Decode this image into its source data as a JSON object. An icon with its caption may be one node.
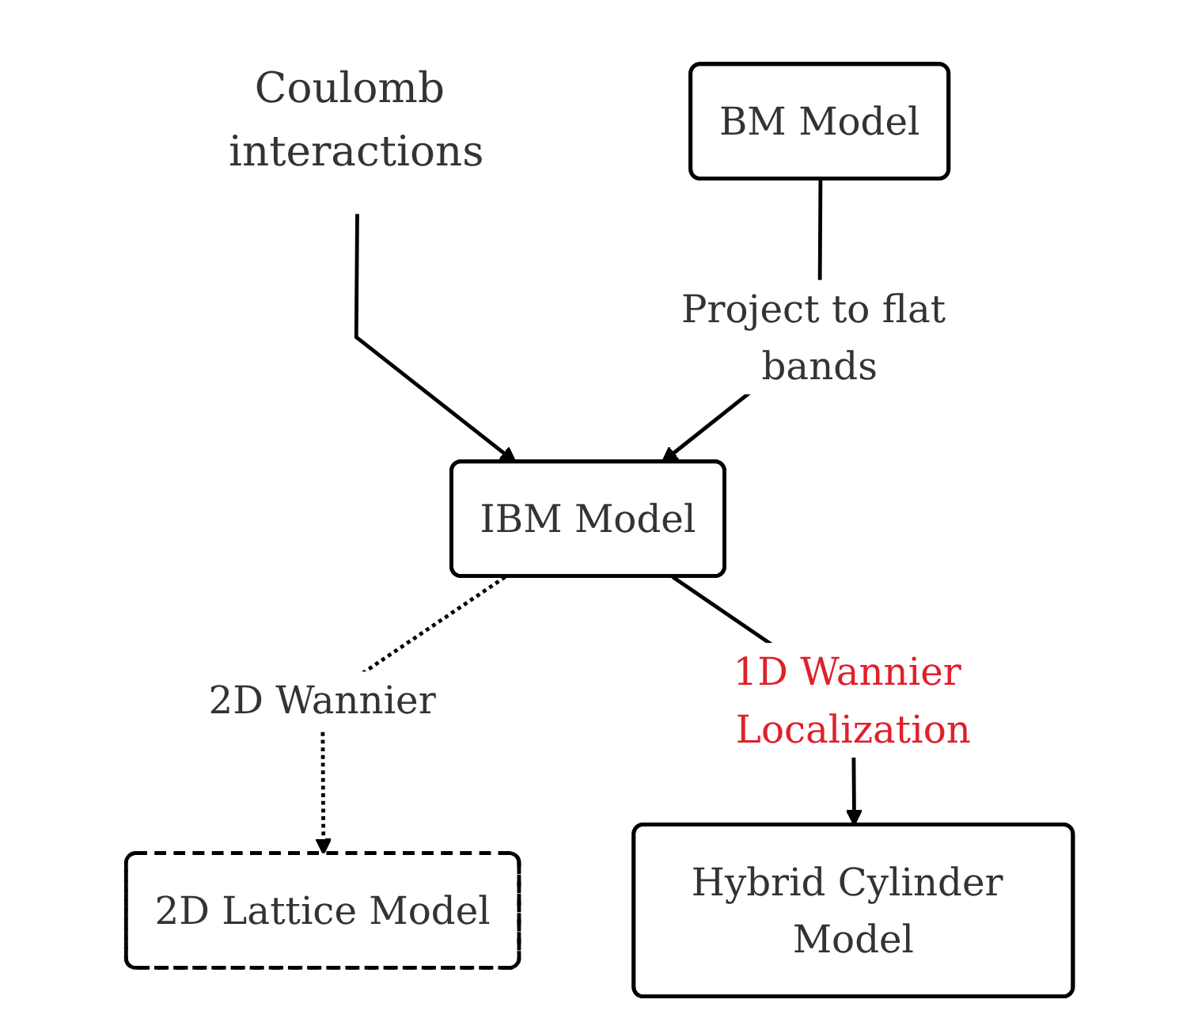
{
  "diagram": {
    "nodes": [
      {
        "text": [
          "Coulomb interactions"
        ]
      },
      {
        "text": [
          "BM Model"
        ]
      },
      {
        "text": [
          "IBM Model"
        ]
      },
      {
        "text": [
          "2D Lattice Model"
        ]
      },
      {
        "text": [
          "Hybrid Cylinder Model"
        ]
      }
    ],
    "edges": [
      {
        "from": 0,
        "to": 2,
        "arrow": "to"
      },
      {
        "from": 1,
        "to": 2,
        "arrow": "to",
        "label": "Project to flat bands"
      },
      {
        "from": 2,
        "to": 3,
        "arrow": "to",
        "label": "2D Wannier",
        "style": "dashed"
      },
      {
        "from": 2,
        "to": 4,
        "arrow": "to",
        "label": "1D Wannier Localization"
      }
    ]
  }
}
